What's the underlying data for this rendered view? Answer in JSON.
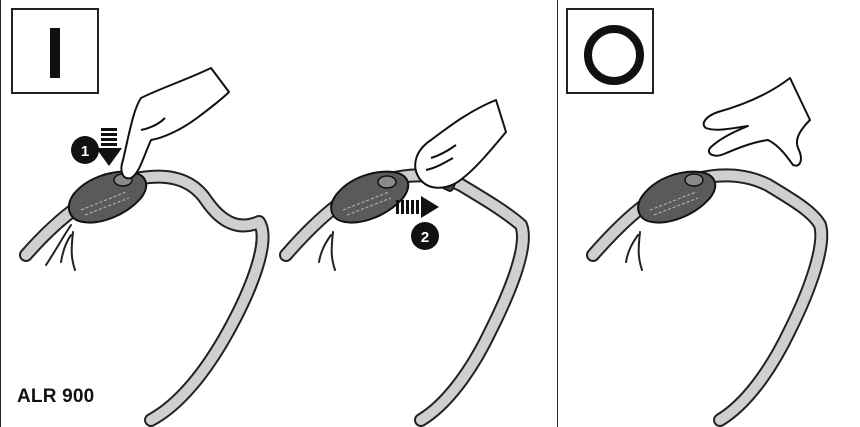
{
  "symbols": {
    "on": "I",
    "off": "O"
  },
  "steps": {
    "step1": "1",
    "step2": "2"
  },
  "model_label": "ALR 900",
  "colors": {
    "line": "#222222",
    "handle_gray": "#c8c8c8",
    "switch_dark": "#5a5a5a",
    "background": "#ffffff"
  }
}
